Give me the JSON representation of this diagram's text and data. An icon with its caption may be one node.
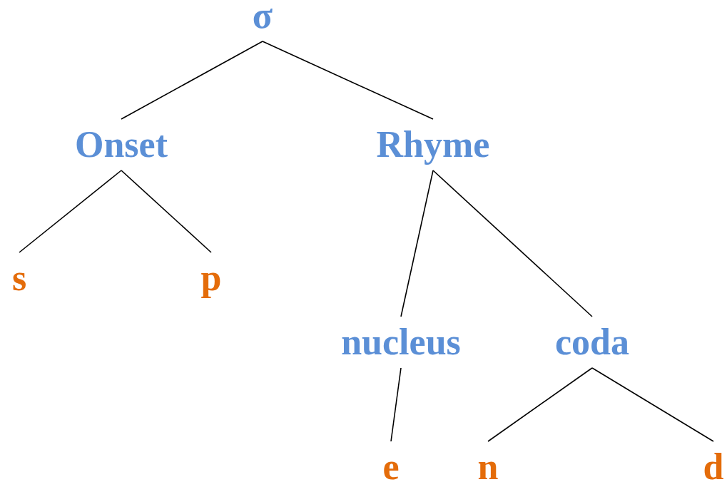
{
  "diagram": {
    "nodes": [
      {
        "text": [
          "σ"
        ]
      },
      {
        "text": [
          "Onset"
        ]
      },
      {
        "text": [
          "Rhyme"
        ]
      },
      {
        "text": [
          "s"
        ]
      },
      {
        "text": [
          "p"
        ]
      },
      {
        "text": [
          "nucleus"
        ]
      },
      {
        "text": [
          "coda"
        ]
      },
      {
        "text": [
          "e"
        ]
      },
      {
        "text": [
          "n"
        ]
      },
      {
        "text": [
          "d"
        ]
      }
    ],
    "edges": [
      {
        "from": 0,
        "to": 1,
        "arrow": "none"
      },
      {
        "from": 0,
        "to": 2,
        "arrow": "none"
      },
      {
        "from": 1,
        "to": 3,
        "arrow": "none"
      },
      {
        "from": 1,
        "to": 4,
        "arrow": "none"
      },
      {
        "from": 2,
        "to": 5,
        "arrow": "none"
      },
      {
        "from": 2,
        "to": 6,
        "arrow": "none"
      },
      {
        "from": 5,
        "to": 7,
        "arrow": "none"
      },
      {
        "from": 6,
        "to": 8,
        "arrow": "none"
      },
      {
        "from": 6,
        "to": 9,
        "arrow": "none"
      }
    ]
  }
}
